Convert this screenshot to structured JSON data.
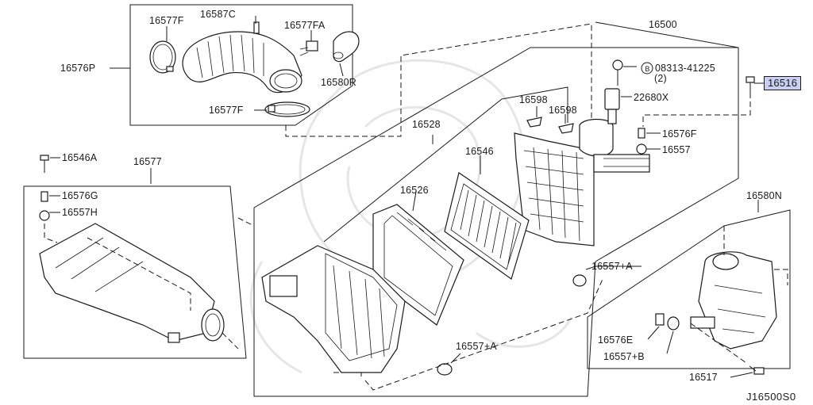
{
  "diagram": {
    "labels": {
      "p16577F_top": "16577F",
      "p16587C": "16587C",
      "p16577FA": "16577FA",
      "p16576P": "16576P",
      "p16580R": "16580R",
      "p16577F_bot": "16577F",
      "p16500": "16500",
      "p08313": "08313-41225",
      "p08313_qty": "(2)",
      "p08313_marker": "B",
      "p16516": "16516",
      "p22680X": "22680X",
      "p16598_a": "16598",
      "p16598_b": "16598",
      "p16528": "16528",
      "p16576F": "16576F",
      "p16557": "16557",
      "p16546A": "16546A",
      "p16577": "16577",
      "p16546": "16546",
      "p16576G": "16576G",
      "p16557H": "16557H",
      "p16526": "16526",
      "p16580N": "16580N",
      "p16557A_upper": "16557+A",
      "p16576E": "16576E",
      "p16557A_lower": "16557+A",
      "p16557B": "16557+B",
      "p16517": "16517",
      "code": "J16500S0"
    }
  }
}
